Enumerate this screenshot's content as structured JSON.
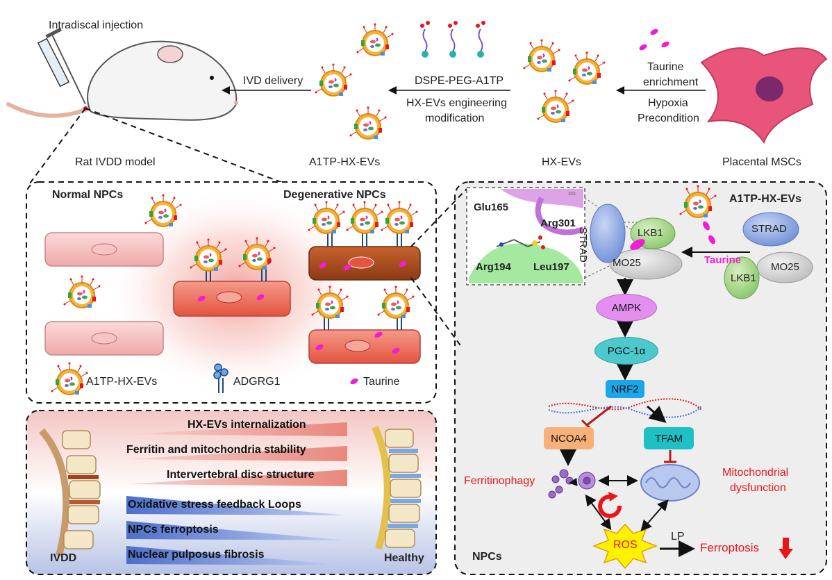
{
  "top": {
    "intradiscal_injection": "Intradiscal injection",
    "ivd_delivery": "IVD delivery",
    "dspe_peg": "DSPE-PEG-A1TP",
    "engineering_line1": "HX-EVs engineering",
    "engineering_line2": "modification",
    "taurine_line1": "Taurine",
    "taurine_line2": "enrichment",
    "hypoxia_line1": "Hypoxia",
    "hypoxia_line2": "Precondition",
    "rat_model": "Rat IVDD model",
    "a1tp_hx_evs": "A1TP-HX-EVs",
    "hx_evs": "HX-EVs",
    "placental_mscs": "Placental MSCs"
  },
  "left_panel": {
    "normal_npcs": "Normal NPCs",
    "degenerative_npcs": "Degenerative NPCs",
    "legend": {
      "evs": "A1TP-HX-EVs",
      "adgrg1": "ADGRG1",
      "taurine": "Taurine"
    }
  },
  "bottom_panel": {
    "ivdd": "IVDD",
    "healthy": "Healthy",
    "up_bars": [
      "HX-EVs internalization",
      "Ferritin and mitochondria stability",
      "Intervertebral disc structure"
    ],
    "down_bars": [
      "Oxidative stress feedback Loops",
      "NPCs ferroptosis",
      "Nuclear pulposus fibrosis"
    ]
  },
  "right_panel": {
    "docking": {
      "glu165": "Glu165",
      "arg301": "Arg301",
      "arg194": "Arg194",
      "leu197": "Leu197",
      "residue_num": "301"
    },
    "complex": {
      "strad": "STRAD",
      "lkb1": "LKB1",
      "mo25": "MO25"
    },
    "a1tp_hx_evs": "A1TP-HX-EVs",
    "taurine": "Taurine",
    "free": {
      "strad": "STRAD",
      "mo25": "MO25",
      "lkb1": "LKB1"
    },
    "ampk": "AMPK",
    "pgc": "PGC-1α",
    "nrf2": "NRF2",
    "ncoa4": "NCOA4",
    "tfam": "TFAM",
    "ferritinophagy": "Ferritinophagy",
    "mito_line1": "Mitochondrial",
    "mito_line2": "dysfunction",
    "ros": "ROS",
    "lp": "LP",
    "ferroptosis": "Ferroptosis",
    "npcs": "NPCs"
  },
  "colors": {
    "accent_red": "#e8151b",
    "taurine_magenta": "#f21bd8",
    "ampk_purple": "#e48ef0",
    "pgc_teal": "#4cc9cc",
    "nrf2_blue": "#1aa6e8",
    "ncoa4_orange": "#f6b078",
    "tfam_teal": "#1ec0c4",
    "ros_yellow": "#fff200"
  },
  "icons": [
    "syringe-icon",
    "rat-icon",
    "ev-vesicle-icon",
    "msc-cell-icon",
    "peg-linker-icon",
    "spine-icon",
    "mitochondrion-icon",
    "ferritin-icon",
    "cycle-arrow-icon",
    "down-arrow-icon"
  ]
}
